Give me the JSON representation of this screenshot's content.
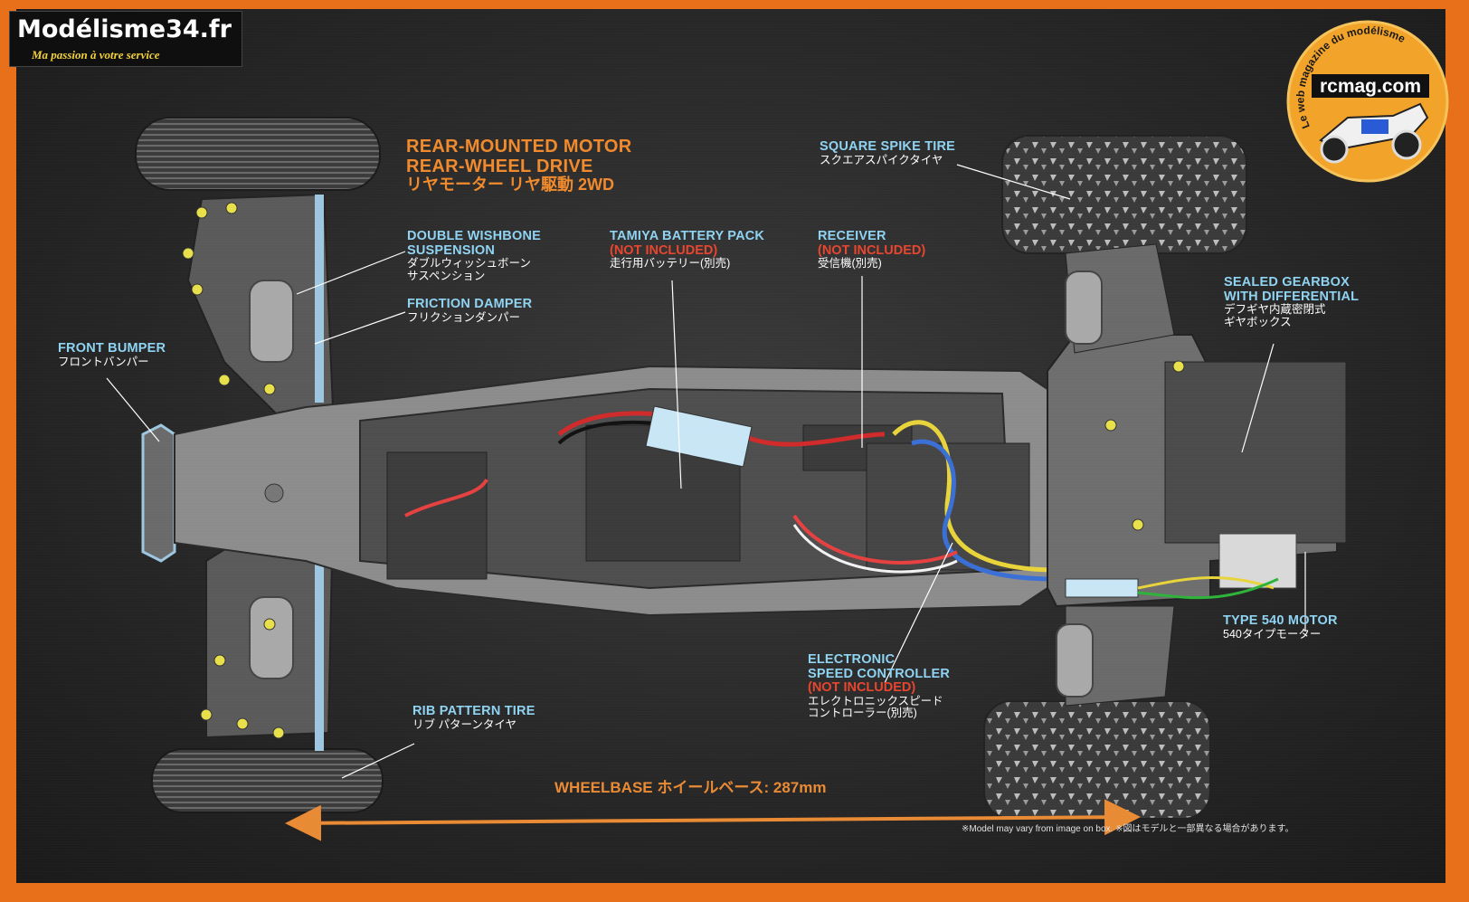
{
  "watermarks": {
    "left_title": "Modélisme34.fr",
    "left_tagline": "Ma passion à votre service",
    "right_title": "rcmag.com",
    "right_tagline": "Le web magazine du modélisme"
  },
  "headline": {
    "line1": "REAR-MOUNTED MOTOR",
    "line2": "REAR-WHEEL DRIVE",
    "line3": "リヤモーター リヤ駆動 2WD"
  },
  "callouts": {
    "double_wishbone": {
      "en1": "DOUBLE WISHBONE",
      "en2": "SUSPENSION",
      "jp1": "ダブルウィッシュボーン",
      "jp2": "サスペンション"
    },
    "friction_damper": {
      "en": "FRICTION DAMPER",
      "jp": "フリクションダンパー"
    },
    "front_bumper": {
      "en": "FRONT BUMPER",
      "jp": "フロントバンパー"
    },
    "battery_pack": {
      "en": "TAMIYA BATTERY PACK",
      "ni": "(NOT INCLUDED)",
      "jp": "走行用バッテリー(別売)"
    },
    "receiver": {
      "en": "RECEIVER",
      "ni": "(NOT INCLUDED)",
      "jp": "受信機(別売)"
    },
    "square_spike": {
      "en": "SQUARE SPIKE TIRE",
      "jp": "スクエアスパイクタイヤ"
    },
    "gearbox": {
      "en1": "SEALED GEARBOX",
      "en2": "WITH DIFFERENTIAL",
      "jp1": "デフギヤ内蔵密閉式",
      "jp2": "ギヤボックス"
    },
    "motor": {
      "en": "TYPE 540 MOTOR",
      "jp": "540タイプモーター"
    },
    "esc": {
      "en1": "ELECTRONIC",
      "en2": "SPEED CONTROLLER",
      "ni": "(NOT INCLUDED)",
      "jp1": "エレクトロニックスピード",
      "jp2": "コントローラー(別売)"
    },
    "rib_tire": {
      "en": "RIB PATTERN TIRE",
      "jp": "リブ パターンタイヤ"
    }
  },
  "wheelbase": "WHEELBASE ホイールベース: 287mm",
  "disclaimer": "※Model may vary from image on box. ※図はモデルと一部異なる場合があります。",
  "colors": {
    "frame": "#e8701a",
    "label_blue": "#8fd3f2",
    "label_red": "#e8452e",
    "headline_orange": "#f08a2c"
  }
}
